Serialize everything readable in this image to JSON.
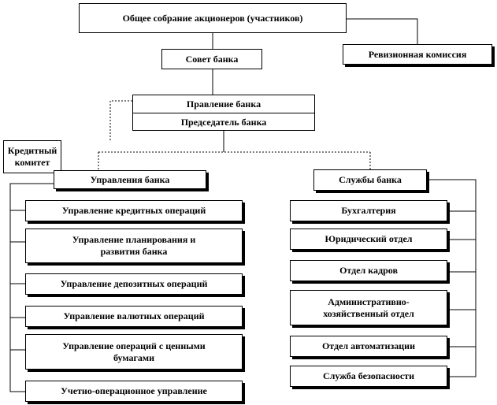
{
  "general_meeting": "Общее собрание акционеров (участников)",
  "audit_commission": "Ревизионная комиссия",
  "bank_council": "Совет банка",
  "management_board": "Правление банка",
  "chairman": "Председатель банка",
  "credit_committee": [
    "Кредитный",
    "комитет"
  ],
  "departments": {
    "title": "Управления банка",
    "items": [
      [
        "Управление кредитных операций"
      ],
      [
        "Управление планирования и",
        "развития банка"
      ],
      [
        "Управление депозитных операций"
      ],
      [
        "Управление валютных операций"
      ],
      [
        "Управление операций с ценными",
        "бумагами"
      ],
      [
        "Учетно-операционное управление"
      ]
    ]
  },
  "services": {
    "title": "Службы банка",
    "items": [
      [
        "Бухгалтерия"
      ],
      [
        "Юридический отдел"
      ],
      [
        "Отдел кадров"
      ],
      [
        "Административно-",
        "хозяйственный отдел"
      ],
      [
        "Отдел автоматизации"
      ],
      [
        "Служба безопасности"
      ]
    ]
  }
}
